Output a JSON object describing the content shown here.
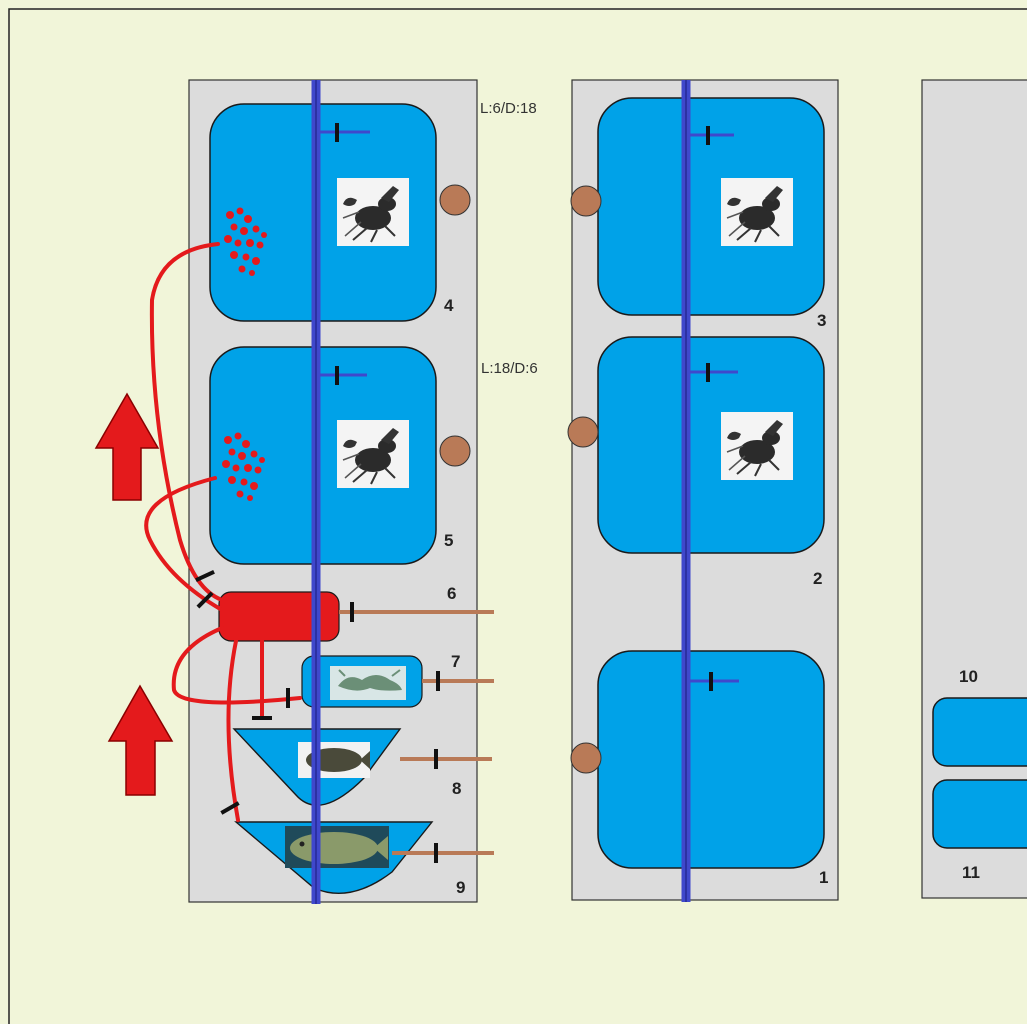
{
  "colors": {
    "background": "#f1f5d9",
    "rack": "#dcdcdc",
    "tank": "#00a2e8",
    "water_pipe": "#3f48cc",
    "air_line": "#e41a1c",
    "valve": "#111111",
    "drain": "#b97a57",
    "arrow": "#e41a1c"
  },
  "photoperiod_labels": {
    "upper": "L:6/D:18",
    "lower": "L:18/D:6"
  },
  "tank_labels": {
    "t1": "1",
    "t2": "2",
    "t3": "3",
    "t4": "4",
    "t5": "5",
    "t6": "6",
    "t7": "7",
    "t8": "8",
    "t9": "9",
    "t10": "10",
    "t11": "11"
  },
  "icons": {
    "lobster": "lobster-photo-icon",
    "eggs": "lobster-eggs-icon",
    "larva": "lobster-larva-photo-icon",
    "fish_small": "fish-photo-icon",
    "fish_large": "grouper-photo-icon",
    "flow_arrow": "up-arrow-icon"
  }
}
